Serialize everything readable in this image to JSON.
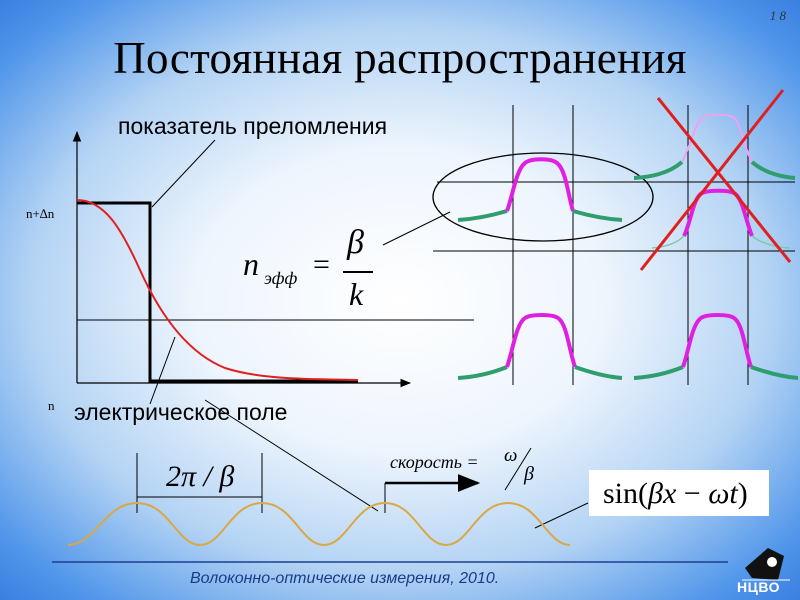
{
  "page_number": "1 8",
  "title": "Постоянная распространения",
  "labels": {
    "refractive_index": "показатель преломления",
    "electric_field": "электрическое поле",
    "axis_n_dn": "n+∆n",
    "axis_n": "n"
  },
  "formula": {
    "n": "n",
    "sub": "эфф",
    "eq": "=",
    "num": "β",
    "den": "k"
  },
  "period": "2π / β",
  "speed": {
    "label": "скорость =",
    "num": "ω",
    "den": "β"
  },
  "wave_eq": {
    "prefix": "sin(",
    "bx": "βx",
    "minus": " − ",
    "wt": "ωt",
    "suffix": ")"
  },
  "footer": "Волоконно-оптические измерения, 2010.",
  "logo": "НЦВО",
  "colors": {
    "index_profile": "#000000",
    "field_curve": "#e02020",
    "mode_core": "#e020e0",
    "mode_clad": "#2e9e6e",
    "cross": "#e02020",
    "wave": "#d9a845"
  }
}
